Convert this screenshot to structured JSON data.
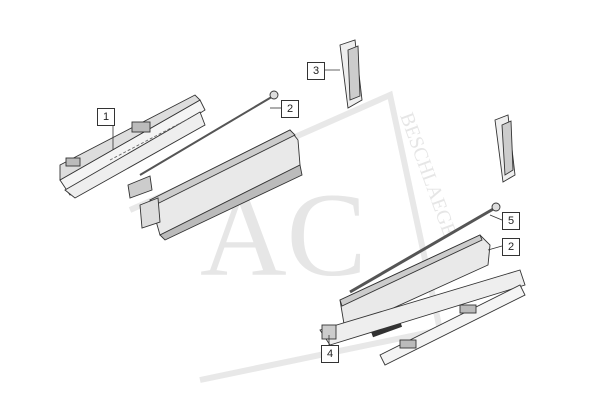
{
  "watermark": {
    "logo": "AC",
    "text": "BESCHLAEGE"
  },
  "callouts": [
    {
      "label": "1",
      "part": "left-runner"
    },
    {
      "label": "2",
      "part": "left-drawer-side"
    },
    {
      "label": "3",
      "part": "front-fixing-bracket"
    },
    {
      "label": "5",
      "part": "gallery-rail"
    },
    {
      "label": "2",
      "part": "right-drawer-side"
    },
    {
      "label": "4",
      "part": "right-runner"
    }
  ]
}
